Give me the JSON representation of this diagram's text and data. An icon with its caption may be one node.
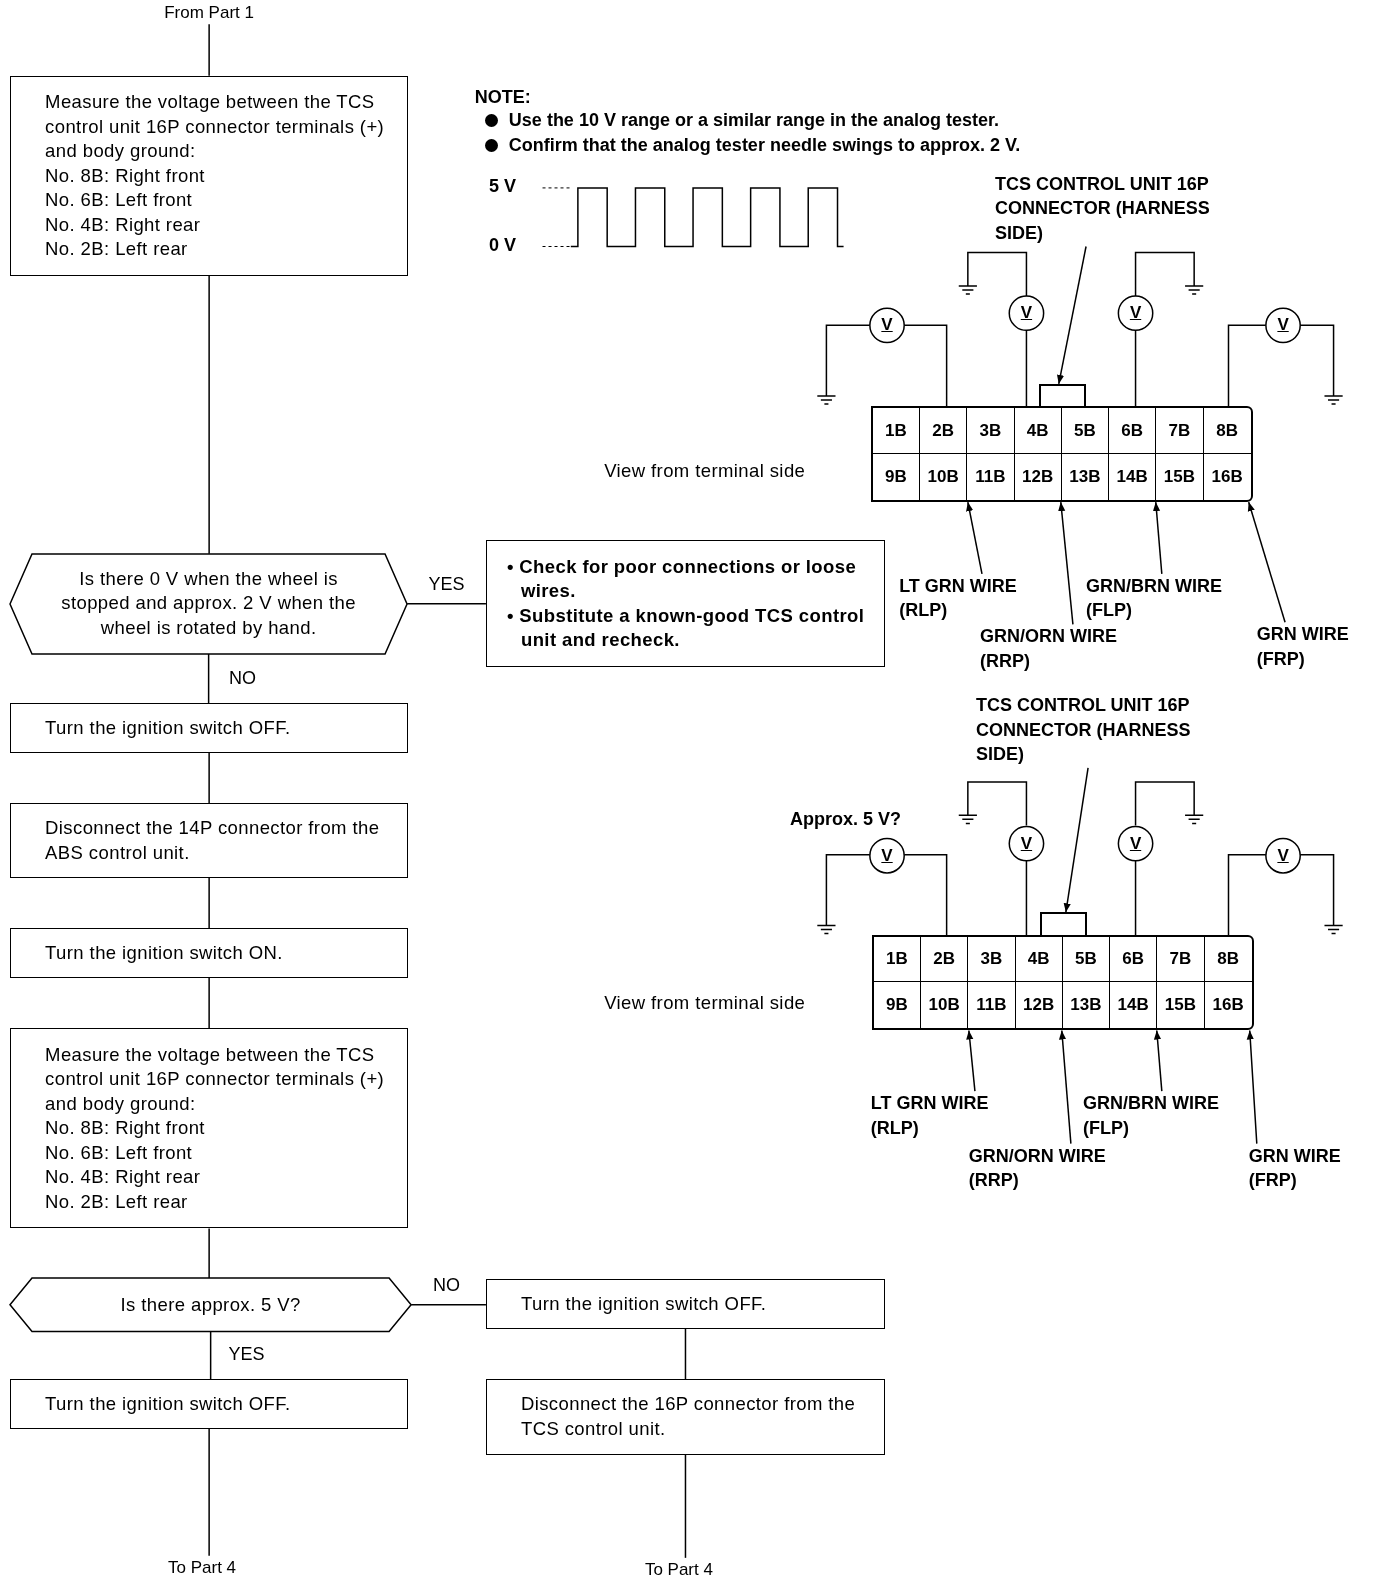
{
  "diagram": {
    "nodes": [
      {
        "text": [
          "From Part 1"
        ]
      },
      {
        "text": [
          "Measure the voltage between the TCS control unit 16P connector terminals (+) and body ground:",
          "No. 8B: Right front",
          "No. 6B: Left front",
          "No. 4B: Right rear",
          "No. 2B: Left rear"
        ]
      },
      {
        "text": [
          "Is there 0 V when the wheel is stopped and approx. 2 V when the wheel is rotated by hand."
        ]
      },
      {
        "text": [
          "• Check for poor connections or loose wires.",
          "• Substitute a known-good TCS control unit and recheck."
        ]
      },
      {
        "text": [
          "Turn the ignition switch OFF."
        ]
      },
      {
        "text": [
          "Disconnect the 14P connector from the ABS control unit."
        ]
      },
      {
        "text": [
          "Turn the ignition switch ON."
        ]
      },
      {
        "text": [
          "Measure the voltage between the TCS control unit 16P connector terminals (+) and body ground:",
          "No. 8B: Right front",
          "No. 6B: Left front",
          "No. 4B: Right rear",
          "No. 2B: Left rear"
        ]
      },
      {
        "text": [
          "Is there approx. 5 V?"
        ]
      },
      {
        "text": [
          "Turn the ignition switch OFF."
        ]
      },
      {
        "text": [
          "Turn the ignition switch OFF."
        ]
      },
      {
        "text": [
          "Disconnect the 16P connector from the TCS control unit."
        ]
      },
      {
        "text": [
          "To Part 4"
        ]
      },
      {
        "text": [
          "To Part 4"
        ]
      },
      {
        "text": [
          "TCS CONTROL UNIT 16P CONNECTOR (HARNESS SIDE)"
        ]
      },
      {
        "text": [
          "1B",
          "2B",
          "3B",
          "4B",
          "5B",
          "6B",
          "7B",
          "8B",
          "9B",
          "10B",
          "11B",
          "12B",
          "13B",
          "14B",
          "15B",
          "16B"
        ]
      },
      {
        "text": [
          "LT GRN WIRE",
          "(RLP)"
        ]
      },
      {
        "text": [
          "GRN/BRN WIRE",
          "(FLP)"
        ]
      },
      {
        "text": [
          "GRN/ORN WIRE",
          "(RRP)"
        ]
      },
      {
        "text": [
          "GRN WIRE",
          "(FRP)"
        ]
      },
      {
        "text": [
          "TCS CONTROL UNIT 16P CONNECTOR (HARNESS SIDE)"
        ]
      },
      {
        "text": [
          "1B",
          "2B",
          "3B",
          "4B",
          "5B",
          "6B",
          "7B",
          "8B",
          "9B",
          "10B",
          "11B",
          "12B",
          "13B",
          "14B",
          "15B",
          "16B"
        ]
      },
      {
        "text": [
          "LT GRN WIRE",
          "(RLP)"
        ]
      },
      {
        "text": [
          "GRN/BRN WIRE",
          "(FLP)"
        ]
      },
      {
        "text": [
          "GRN/ORN WIRE",
          "(RRP)"
        ]
      },
      {
        "text": [
          "GRN WIRE",
          "(FRP)"
        ]
      }
    ],
    "edges": [
      {
        "from": 0,
        "to": 1,
        "arrow": "none"
      },
      {
        "from": 1,
        "to": 2,
        "arrow": "none"
      },
      {
        "from": 2,
        "to": 3,
        "arrow": "none",
        "label": "YES"
      },
      {
        "from": 2,
        "to": 4,
        "arrow": "none",
        "label": "NO"
      },
      {
        "from": 4,
        "to": 5,
        "arrow": "none"
      },
      {
        "from": 5,
        "to": 6,
        "arrow": "none"
      },
      {
        "from": 6,
        "to": 7,
        "arrow": "none"
      },
      {
        "from": 7,
        "to": 8,
        "arrow": "none"
      },
      {
        "from": 8,
        "to": 10,
        "arrow": "none",
        "label": "NO"
      },
      {
        "from": 8,
        "to": 9,
        "arrow": "none",
        "label": "YES"
      },
      {
        "from": 9,
        "to": 12,
        "arrow": "none"
      },
      {
        "from": 10,
        "to": 11,
        "arrow": "none"
      },
      {
        "from": 11,
        "to": 13,
        "arrow": "none"
      },
      {
        "from": 14,
        "to": 15,
        "arrow": "to"
      },
      {
        "from": 16,
        "to": 15,
        "arrow": "to"
      },
      {
        "from": 17,
        "to": 15,
        "arrow": "to"
      },
      {
        "from": 18,
        "to": 15,
        "arrow": "to"
      },
      {
        "from": 19,
        "to": 15,
        "arrow": "to"
      },
      {
        "from": 20,
        "to": 21,
        "arrow": "to"
      },
      {
        "from": 22,
        "to": 21,
        "arrow": "to"
      },
      {
        "from": 23,
        "to": 21,
        "arrow": "to"
      },
      {
        "from": 24,
        "to": 21,
        "arrow": "to"
      },
      {
        "from": 25,
        "to": 21,
        "arrow": "to"
      }
    ],
    "labels": [
      "NOTE:",
      "Use the 10 V range or a similar range in the analog tester.",
      "Confirm that the analog tester needle swings to approx. 2 V.",
      "5 V",
      "0 V",
      "V",
      "V",
      "V",
      "V",
      "View from terminal side",
      "Approx. 5 V?",
      "V",
      "V",
      "V",
      "V",
      "View from terminal side"
    ]
  }
}
